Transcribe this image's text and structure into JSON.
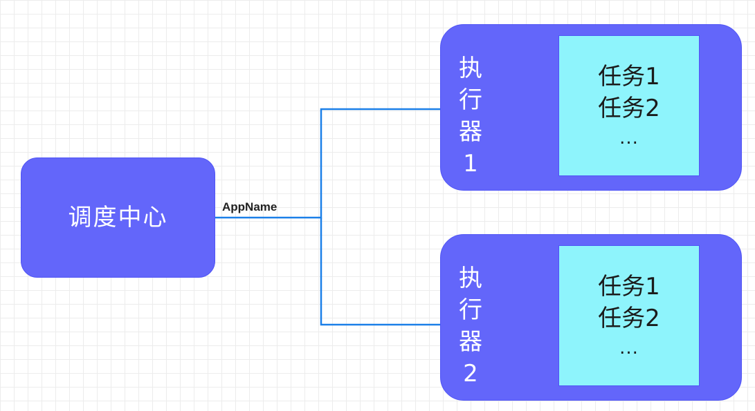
{
  "diagram": {
    "center_node": {
      "label": "调度中心"
    },
    "connector": {
      "label": "AppName",
      "color": "#1a7fe8"
    },
    "executors": [
      {
        "label_chars": [
          "执",
          "行",
          "器",
          "1"
        ],
        "tasks": [
          "任务1",
          "任务2",
          "..."
        ]
      },
      {
        "label_chars": [
          "执",
          "行",
          "器",
          "2"
        ],
        "tasks": [
          "任务1",
          "任务2",
          "..."
        ]
      }
    ],
    "colors": {
      "node_fill": "#6366fa",
      "task_fill": "#8ef4fc",
      "grid": "#ececec"
    }
  }
}
